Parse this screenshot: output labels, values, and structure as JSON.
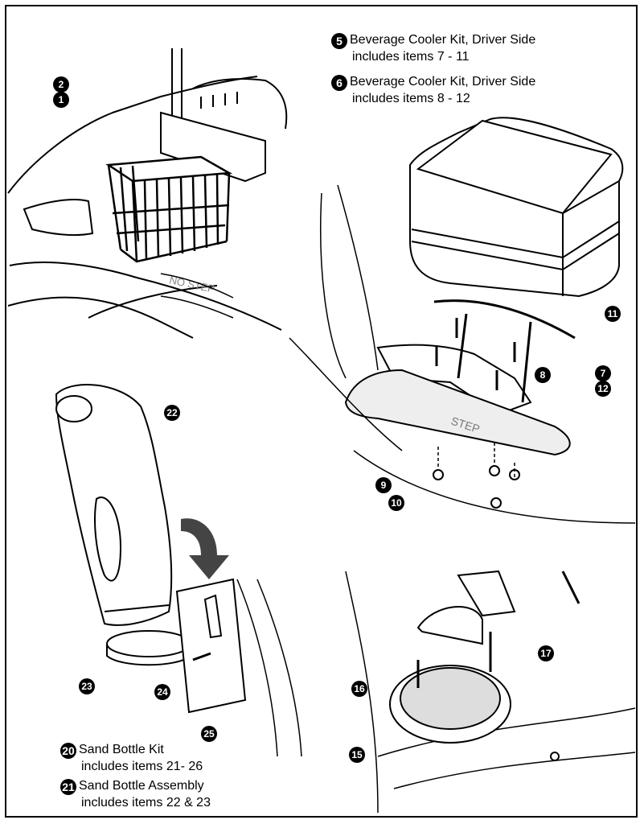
{
  "captions": {
    "kit5": {
      "num": "5",
      "title": "Beverage Cooler Kit, Driver Side",
      "detail": "includes items 7 - 11"
    },
    "kit6": {
      "num": "6",
      "title": "Beverage Cooler Kit, Driver Side",
      "detail": "includes items  8 - 12"
    },
    "kit20": {
      "num": "20",
      "title": "Sand Bottle Kit",
      "detail": "includes items 21- 26"
    },
    "kit21": {
      "num": "21",
      "title": "Sand Bottle Assembly",
      "detail": "includes items 22 & 23"
    }
  },
  "callouts": {
    "c1": "1",
    "c2": "2",
    "c7": "7",
    "c8": "8",
    "c9": "9",
    "c10": "10",
    "c11": "11",
    "c12": "12",
    "c15": "15",
    "c16": "16",
    "c17": "17",
    "c22": "22",
    "c23": "23",
    "c24": "24",
    "c25": "25"
  },
  "embossed_text": {
    "no_step": "NO STEP",
    "step": "STEP"
  }
}
